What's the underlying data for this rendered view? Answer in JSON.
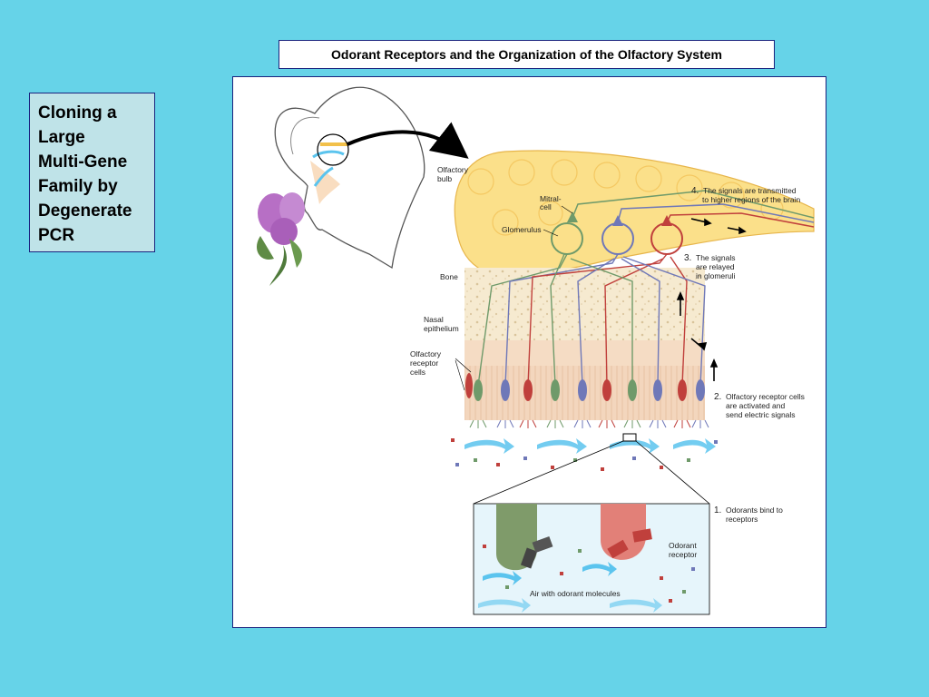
{
  "title": "Odorant Receptors and the Organization of the Olfactory System",
  "side_panel": {
    "lines": [
      "Cloning a",
      "Large",
      "Multi-Gene",
      "Family by",
      "Degenerate",
      "PCR"
    ]
  },
  "diagram": {
    "labels": {
      "olfactory_bulb": [
        "Olfactory",
        "bulb"
      ],
      "mitral_cell": [
        "Mitral-",
        "cell"
      ],
      "glomerulus": "Glomerulus",
      "bone": "Bone",
      "nasal_epithelium": [
        "Nasal",
        "epithelium"
      ],
      "olfactory_receptor_cells": [
        "Olfactory",
        "receptor",
        "cells"
      ],
      "odorant_receptor": [
        "Odorant",
        "receptor"
      ],
      "air_with_odorant": "Air with odorant molecules"
    },
    "steps": [
      {
        "num": "1.",
        "lines": [
          "Odorants bind to",
          "receptors"
        ]
      },
      {
        "num": "2.",
        "lines": [
          "Olfactory receptor cells",
          "are activated and",
          "send electric signals"
        ]
      },
      {
        "num": "3.",
        "lines": [
          "The signals",
          "are relayed",
          "in glomeruli"
        ]
      },
      {
        "num": "4.",
        "lines": [
          "The signals are transmitted",
          "to higher regions of the brain"
        ]
      }
    ],
    "colors": {
      "bulb": "#fbe08a",
      "bone": "#f6ead0",
      "epithelium": "#f5dcc4",
      "green_neuron": "#6f9a6a",
      "blue_neuron": "#6f78b8",
      "red_neuron": "#c0403c",
      "air_arrow": "#5bc4ee"
    }
  }
}
